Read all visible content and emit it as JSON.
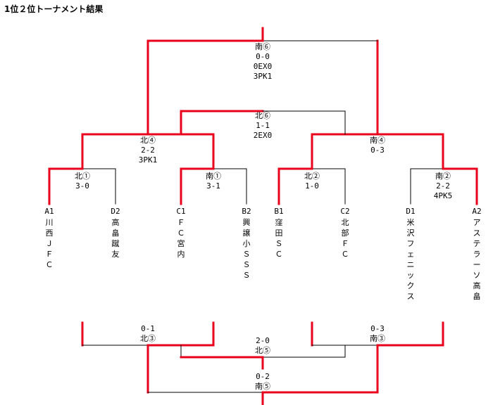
{
  "title": "1位２位トーナメント結果",
  "colors": {
    "win": "#e8001c",
    "line": "#000000"
  },
  "teams": [
    {
      "seed": "A1",
      "name": "川西ＪＦＣ"
    },
    {
      "seed": "D2",
      "name": "高畠蹴友"
    },
    {
      "seed": "C1",
      "name": "ＦＣ宮内"
    },
    {
      "seed": "B2",
      "name": "興譲小ＳＳＳ"
    },
    {
      "seed": "B1",
      "name": "窪田ＳＣ"
    },
    {
      "seed": "C2",
      "name": "北部ＦＣ"
    },
    {
      "seed": "D1",
      "name": "米沢フェニックス"
    },
    {
      "seed": "A2",
      "name": "アステラーソ高畠"
    }
  ],
  "matches": {
    "r1_1": {
      "id": "北①",
      "lines": [
        "3-0"
      ]
    },
    "r1_2": {
      "id": "南①",
      "lines": [
        "3-1"
      ]
    },
    "r1_3": {
      "id": "北②",
      "lines": [
        "1-0"
      ]
    },
    "r1_4": {
      "id": "南②",
      "lines": [
        "2-2",
        "4PK5"
      ]
    },
    "sf_1": {
      "id": "北④",
      "lines": [
        "2-2",
        "3PK1"
      ]
    },
    "sf_2": {
      "id": "南④",
      "lines": [
        "0-3"
      ]
    },
    "final": {
      "id": "南⑥",
      "lines": [
        "0-0",
        "0EX0",
        "3PK1"
      ]
    },
    "third": {
      "id": "北⑥",
      "lines": [
        "1-1",
        "2EX0"
      ]
    },
    "cons_1": {
      "id": "北③",
      "score": "0-1"
    },
    "cons_2": {
      "id": "南③",
      "score": "0-3"
    },
    "cons_3": {
      "id": "北⑤",
      "score": "2-0"
    },
    "cons_4": {
      "id": "南⑤",
      "score": "0-2"
    }
  }
}
